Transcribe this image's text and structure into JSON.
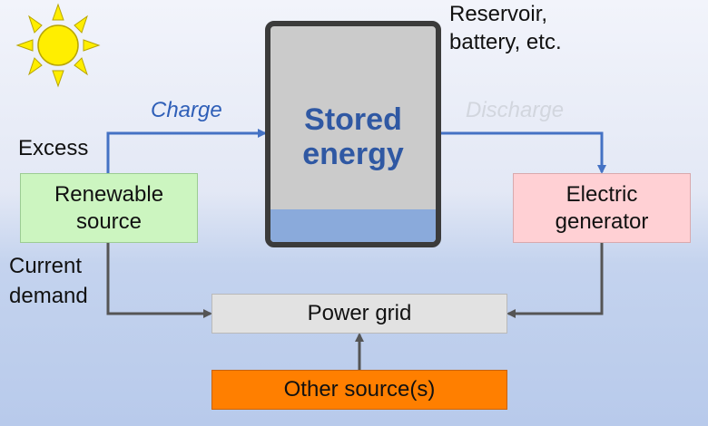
{
  "diagram": {
    "storage": {
      "line1": "Stored",
      "line2": "energy"
    },
    "storage_note": {
      "line1": "Reservoir,",
      "line2": "battery, etc."
    },
    "renewable": {
      "line1": "Renewable",
      "line2": "source"
    },
    "generator": {
      "line1": "Electric",
      "line2": "generator"
    },
    "power_grid": "Power grid",
    "other_sources": "Other source(s)",
    "charge": "Charge",
    "discharge": "Discharge",
    "excess": "Excess",
    "current_demand": {
      "line1": "Current",
      "line2": "demand"
    }
  },
  "colors": {
    "charge_arrow": "#4472c4",
    "storage_text": "#2f58a3",
    "renewable_fill": "#ccf5c0",
    "generator_fill": "#ffd0d4",
    "other_fill": "#ff7f00",
    "sun": "#ffee00"
  }
}
